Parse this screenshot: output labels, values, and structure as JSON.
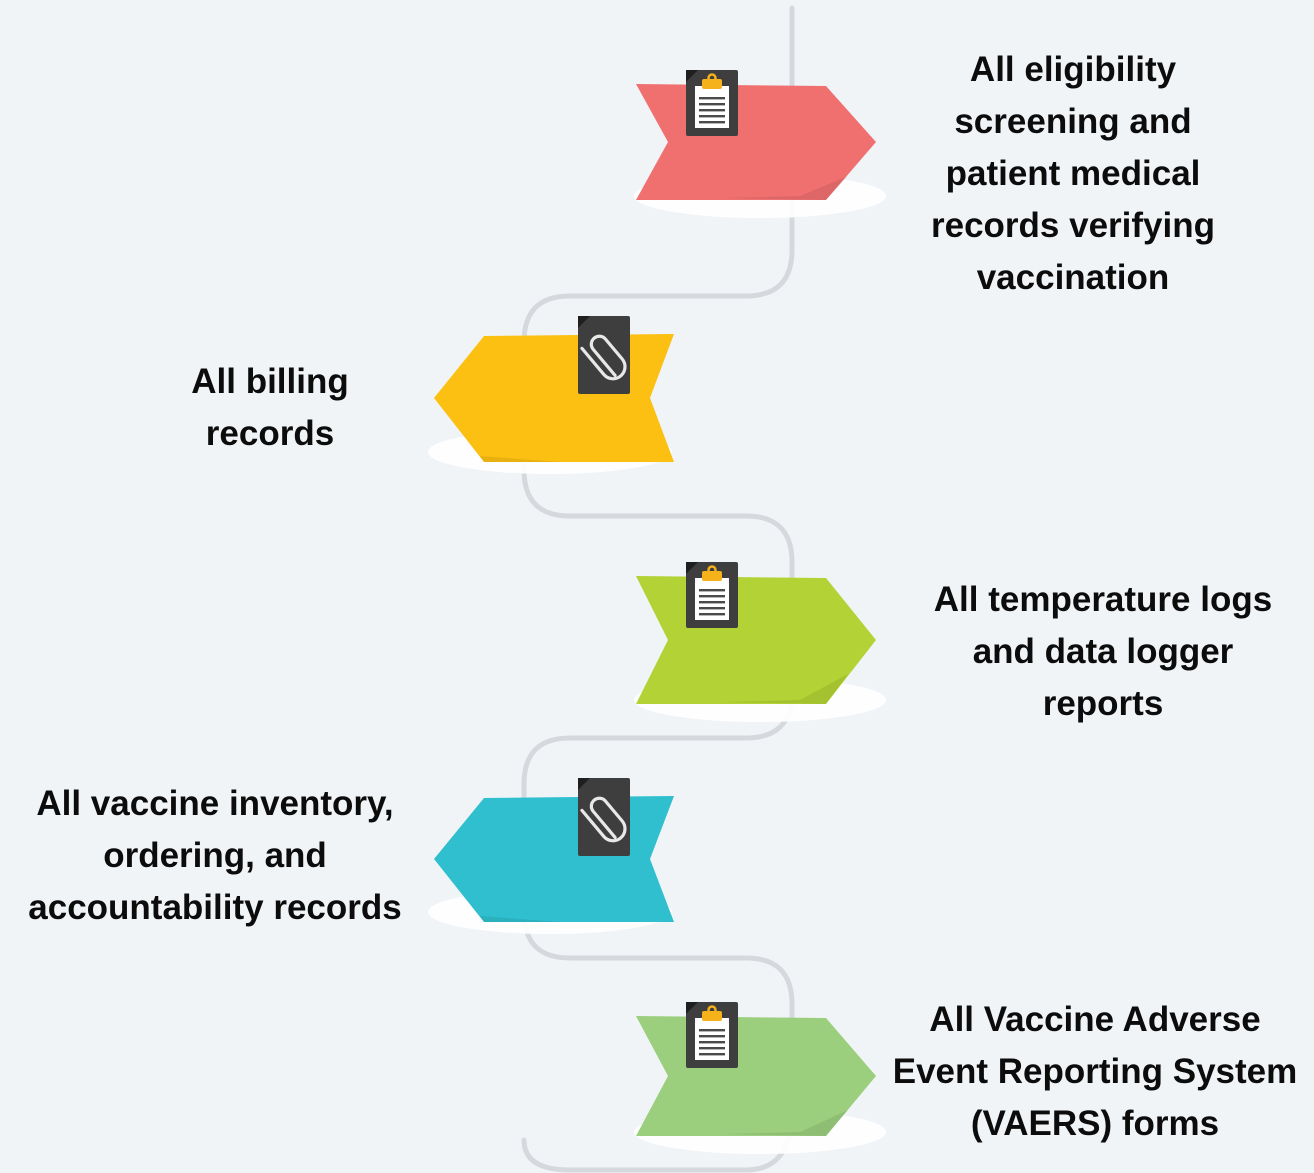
{
  "background_color": "#f1f4f7",
  "connector_color": "#d5d9de",
  "items": [
    {
      "label": "All eligibility\nscreening and\npatient medical\nrecords verifying\nvaccination",
      "color": "#f07070",
      "icon": "clipboard-icon",
      "direction": "right"
    },
    {
      "label": "All billing\nrecords",
      "color": "#fcc012",
      "icon": "paperclip-icon",
      "direction": "left"
    },
    {
      "label": "All temperature logs\nand data logger\nreports",
      "color": "#b2d235",
      "icon": "clipboard-icon",
      "direction": "right"
    },
    {
      "label": "All vaccine inventory,\nordering, and\naccountability records",
      "color": "#2fbfcf",
      "icon": "paperclip-icon",
      "direction": "left"
    },
    {
      "label": "All Vaccine Adverse\nEvent Reporting System\n(VAERS) forms",
      "color": "#9bcf7e",
      "icon": "clipboard-icon",
      "direction": "right"
    }
  ]
}
